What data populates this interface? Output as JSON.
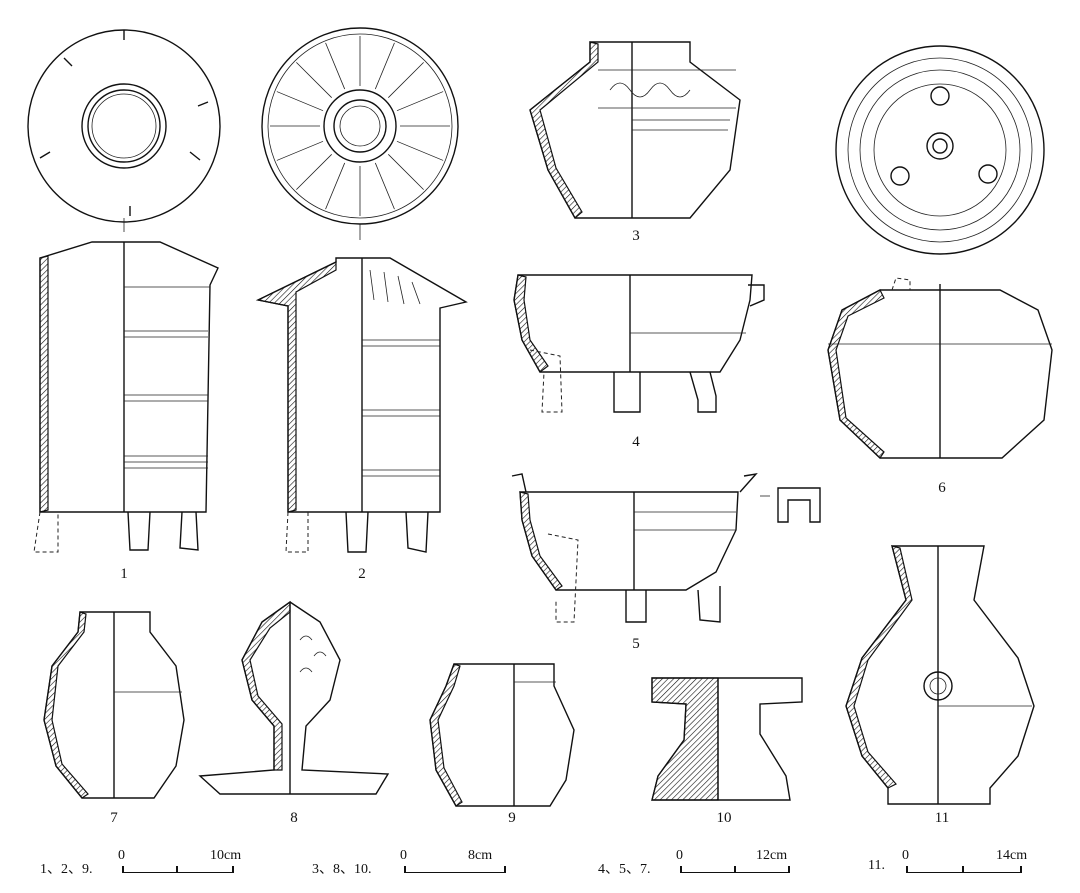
{
  "figure_numbers": [
    "1",
    "2",
    "3",
    "4",
    "5",
    "6",
    "7",
    "8",
    "9",
    "10",
    "11"
  ],
  "scales": [
    {
      "group": "1、2、9.",
      "zero": "0",
      "max": "10cm"
    },
    {
      "group": "3、8、10.",
      "zero": "0",
      "max": "8cm"
    },
    {
      "group": "4、5、7.",
      "zero": "0",
      "max": "12cm"
    },
    {
      "group": "11.",
      "zero": "0",
      "max": "14cm"
    }
  ]
}
